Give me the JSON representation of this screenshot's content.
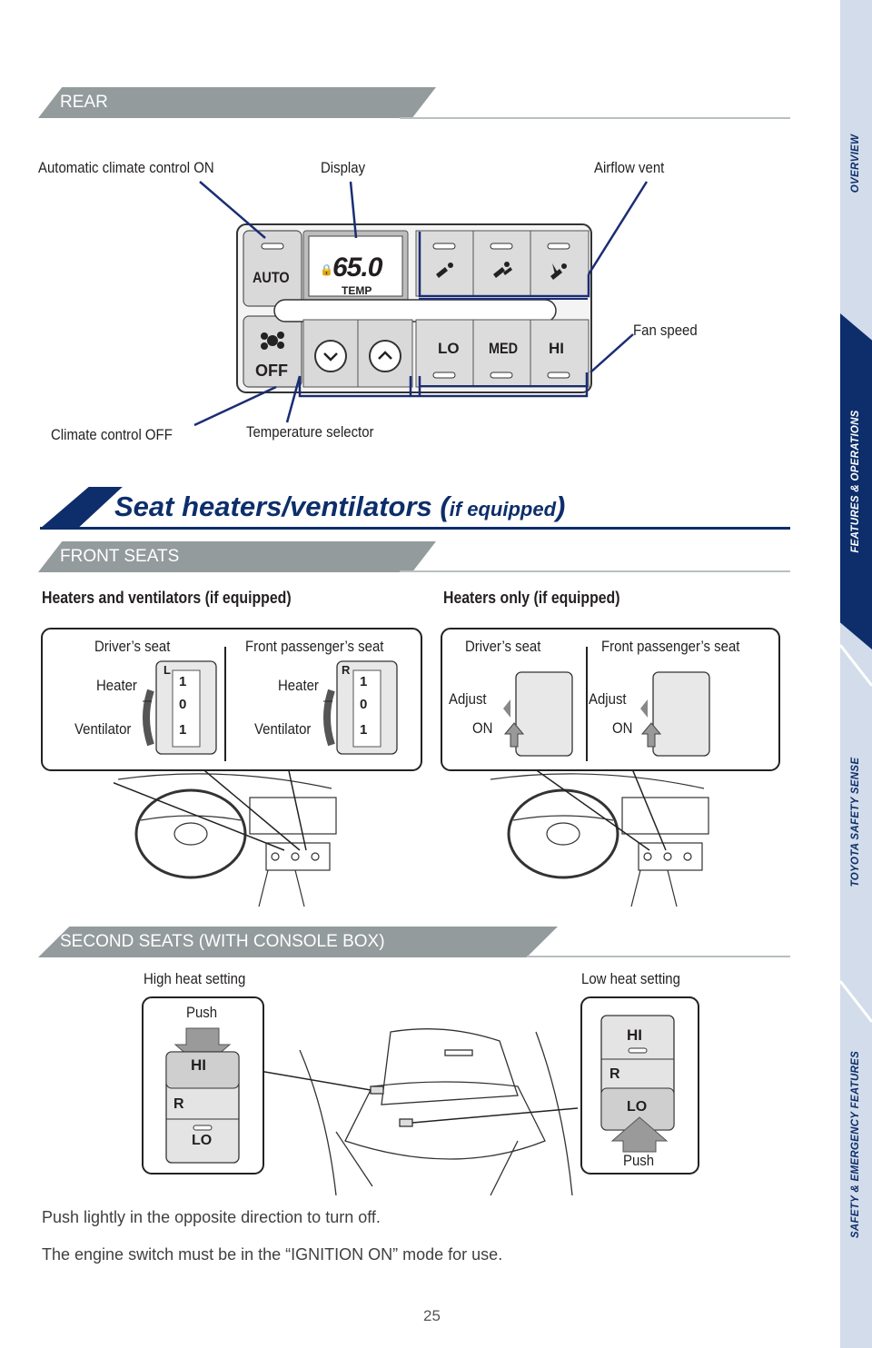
{
  "side_tabs": [
    {
      "label": "OVERVIEW",
      "active": false
    },
    {
      "label": "FEATURES & OPERATIONS",
      "active": true
    },
    {
      "label": "TOYOTA SAFETY SENSE",
      "active": false
    },
    {
      "label": "SAFETY & EMERGENCY FEATURES",
      "active": false
    }
  ],
  "rear": {
    "section_title": "REAR",
    "callouts": {
      "auto_on": "Automatic climate control ON",
      "display": "Display",
      "airflow": "Airflow vent",
      "fan_speed": "Fan speed",
      "climate_off": "Climate control OFF",
      "temp_selector": "Temperature selector"
    },
    "panel": {
      "auto": "AUTO",
      "off": "OFF",
      "temp_value": "65.0",
      "temp_label": "TEMP",
      "lo": "LO",
      "med": "MED",
      "hi": "HI"
    }
  },
  "seat": {
    "title": "Seat heaters/ventilators (",
    "title_small": "if equipped",
    "title_close": ")"
  },
  "front": {
    "section_title": "FRONT SEATS",
    "left_heading": "Heaters and ventilators (if equipped)",
    "right_heading": "Heaters only (if equipped)",
    "driver": "Driver’s seat",
    "passenger": "Front passenger’s seat",
    "heater": "Heater",
    "ventilator": "Ventilator",
    "adjust": "Adjust",
    "on": "ON",
    "switch_l": "L",
    "switch_r": "R",
    "dial_top": "1",
    "dial_mid": "0",
    "dial_bot": "1"
  },
  "second": {
    "section_title": "SECOND SEATS (WITH CONSOLE BOX)",
    "high": "High heat setting",
    "low": "Low heat setting",
    "push": "Push",
    "hi": "HI",
    "lo": "LO",
    "r": "R"
  },
  "notes": [
    "Push lightly in the opposite direction to turn off.",
    "The engine switch must be in the “IGNITION ON” mode for use."
  ],
  "page_number": "25",
  "colors": {
    "navy": "#0d2e6b",
    "tab_bg": "#d2dcea",
    "bar_gray": "#939b9c",
    "callout": "#1b2d73"
  }
}
